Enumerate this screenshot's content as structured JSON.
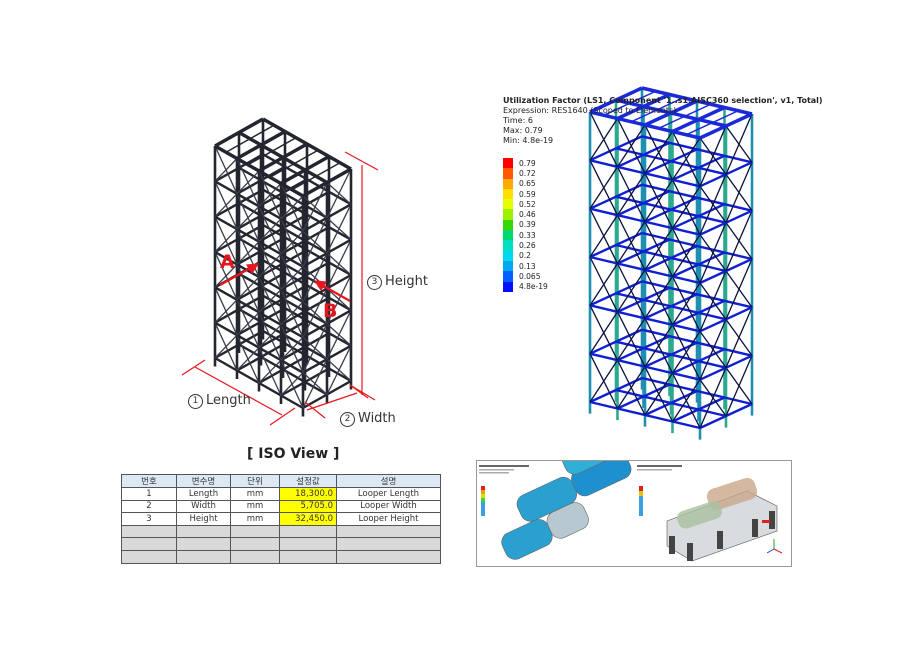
{
  "left_model": {
    "labels": {
      "length": "Length",
      "width": "Width",
      "height": "Height",
      "a": "A",
      "b": "B"
    },
    "markers": {
      "length": "1",
      "width": "2",
      "height": "3"
    },
    "colors": {
      "frame": "#23262f",
      "dimension": "#e8141e"
    }
  },
  "fea": {
    "title": "Utilization Factor (LS1, Component '1..s1.AISC360 selection', v1, Total)",
    "expression": "Expression: RES1640 (Scoped to Elements)",
    "time": "Time: 6",
    "max": "Max: 0.79",
    "min": "Min: 4.8e-19",
    "legend": [
      {
        "value": "0.79",
        "color": "#ff0000"
      },
      {
        "value": "0.72",
        "color": "#ff5a00"
      },
      {
        "value": "0.65",
        "color": "#ffaa00"
      },
      {
        "value": "0.59",
        "color": "#ffe000"
      },
      {
        "value": "0.52",
        "color": "#e6ff00"
      },
      {
        "value": "0.46",
        "color": "#9cf000"
      },
      {
        "value": "0.39",
        "color": "#36d800"
      },
      {
        "value": "0.33",
        "color": "#00d870"
      },
      {
        "value": "0.26",
        "color": "#00e0c0"
      },
      {
        "value": "0.2",
        "color": "#00d8f0"
      },
      {
        "value": "0.13",
        "color": "#00a8f0"
      },
      {
        "value": "0.065",
        "color": "#0060ff"
      },
      {
        "value": "4.8e-19",
        "color": "#0010ff"
      }
    ]
  },
  "caption": "[ ISO View ]",
  "table": {
    "headers": [
      "번호",
      "변수명",
      "단위",
      "설정값",
      "설명"
    ],
    "rows": [
      [
        "1",
        "Length",
        "mm",
        "18,300.0",
        "Looper Length"
      ],
      [
        "2",
        "Width",
        "mm",
        "5,705.0",
        "Looper Width"
      ],
      [
        "3",
        "Height",
        "mm",
        "32,450.0",
        "Looper Height"
      ]
    ],
    "empty_rows": 3
  }
}
